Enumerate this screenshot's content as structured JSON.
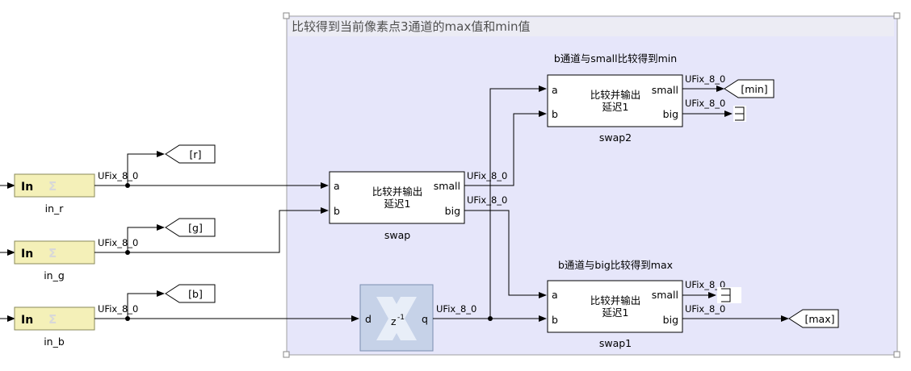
{
  "area": {
    "title": "比较得到当前像素点3通道的max值和min值"
  },
  "inports": [
    {
      "id": "in_r",
      "label": "In",
      "name": "in_r",
      "signal": "UFix_8_0",
      "tag": "[r]"
    },
    {
      "id": "in_g",
      "label": "In",
      "name": "in_g",
      "signal": "UFix_8_0",
      "tag": "[g]"
    },
    {
      "id": "in_b",
      "label": "In",
      "name": "in_b",
      "signal": "UFix_8_0",
      "tag": "[b]"
    }
  ],
  "blocks": {
    "swap": {
      "name": "swap",
      "port_a": "a",
      "port_b": "b",
      "port_small": "small",
      "port_big": "big",
      "line1": "比较并输出",
      "line2": "延迟1",
      "sig_small": "UFix_8_0",
      "sig_big": "UFix_8_0"
    },
    "swap2": {
      "name": "swap2",
      "port_a": "a",
      "port_b": "b",
      "port_small": "small",
      "port_big": "big",
      "line1": "比较并输出",
      "line2": "延迟1",
      "sig_small": "UFix_8_0",
      "sig_big": "UFix_8_0",
      "annotation": "b通道与small比较得到min"
    },
    "swap1": {
      "name": "swap1",
      "port_a": "a",
      "port_b": "b",
      "port_small": "small",
      "port_big": "big",
      "line1": "比较并输出",
      "line2": "延迟1",
      "sig_small": "UFix_8_0",
      "sig_big": "UFix_8_0",
      "annotation": "b通道与big比较得到max"
    },
    "delay": {
      "port_d": "d",
      "port_q": "q",
      "label": "z",
      "exponent": "-1",
      "sig_out": "UFix_8_0"
    }
  },
  "gotos": {
    "min": "[min]",
    "max": "[max]"
  },
  "icons": {
    "inport": "xilinx-gateway-in-icon",
    "delay": "xilinx-delay-icon",
    "terminator": "terminator-icon"
  },
  "colors": {
    "area_fill": "#e6e6fa",
    "area_title_bar": "#e8e8f0",
    "inport_fill": "#f4f0b8",
    "delay_fill": "#c6d2e8",
    "wire": "#000000"
  }
}
